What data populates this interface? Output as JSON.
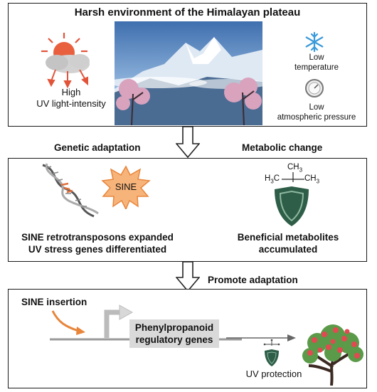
{
  "top": {
    "title": "Harsh environment of the Himalayan plateau",
    "uv_line1": "High",
    "uv_line2": "UV light-intensity",
    "low_temp_line1": "Low",
    "low_temp_line2": "temperature",
    "low_pressure_line1": "Low",
    "low_pressure_line2": "atmospheric pressure"
  },
  "middle": {
    "genetic_label": "Genetic adaptation",
    "metabolic_label": "Metabolic change",
    "sine_badge": "SINE",
    "left_line1": "SINE retrotransposons expanded",
    "left_line2": "UV stress genes differentiated",
    "right_line1": "Beneficial metabolites",
    "right_line2": "accumulated",
    "molecule_top": "CH3",
    "molecule_left": "H3C",
    "molecule_right": "CH3"
  },
  "bottom": {
    "promote_label": "Promote adaptation",
    "sine_insertion": "SINE insertion",
    "gene_line1": "Phenylpropanoid",
    "gene_line2": "regulatory genes",
    "uv_protection": "UV protection"
  },
  "colors": {
    "border": "#1a1a1a",
    "sun": "#e2543a",
    "cloud": "#c8c8c8",
    "snowflake": "#3a9ad9",
    "shield": "#2e5e48",
    "orange_arrow": "#e8853a",
    "sine_burst": "#f7b47a",
    "gene_box": "#d9d9d9"
  }
}
